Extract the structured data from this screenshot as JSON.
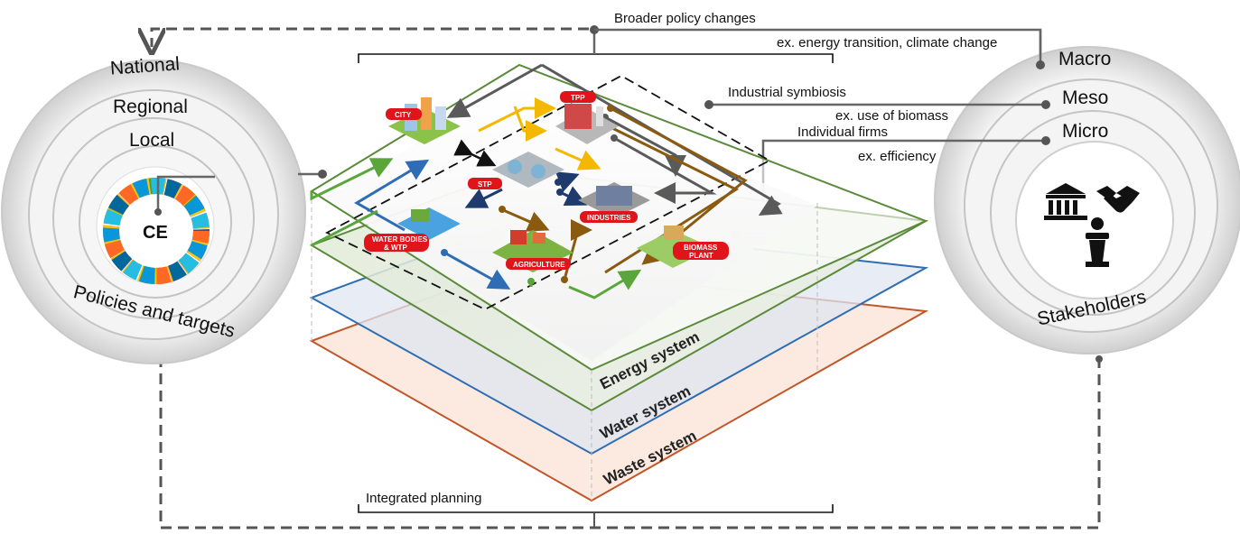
{
  "top_annotation": {
    "title": "Broader policy changes",
    "example": "ex. energy transition, climate change"
  },
  "bottom_annotation": {
    "title": "Integrated planning"
  },
  "left_panel": {
    "rings": [
      "National",
      "Regional",
      "Local"
    ],
    "center_label": "CE",
    "caption": "Policies and targets"
  },
  "right_panel": {
    "rings": [
      "Macro",
      "Meso",
      "Micro"
    ],
    "caption": "Stakeholders",
    "icons": [
      "government-building-icon",
      "handshake-icon",
      "speaker-podium-icon"
    ]
  },
  "scale_annotations": {
    "industrial_symbiosis": "Industrial symbiosis",
    "industrial_symbiosis_example": "ex. use of biomass",
    "individual_firms": "Individual firms",
    "individual_firms_example": "ex. efficiency"
  },
  "layers": {
    "energy": {
      "label": "Energy system",
      "color": "#5b8a3a"
    },
    "water": {
      "label": "Water system",
      "color": "#2e6db4"
    },
    "waste": {
      "label": "Waste system",
      "color": "#c0562a"
    }
  },
  "nodes": {
    "city": "CITY",
    "tpp": "TPP",
    "stp": "STP",
    "industries": "INDUSTRIES",
    "water_bodies_line1": "WATER BODIES",
    "water_bodies_line2": "& WTP",
    "agriculture": "AGRICULTURE",
    "biomass_line1": "BIOMASS",
    "biomass_line2": "PLANT"
  },
  "colors": {
    "node_badge": "#e0141b",
    "flow_grey": "#5a5a5a",
    "flow_yellow": "#f5b800",
    "flow_brown": "#8a5a10",
    "flow_navy": "#1f3b6e",
    "flow_green": "#5aa63a",
    "flow_blue": "#2e6db4"
  }
}
